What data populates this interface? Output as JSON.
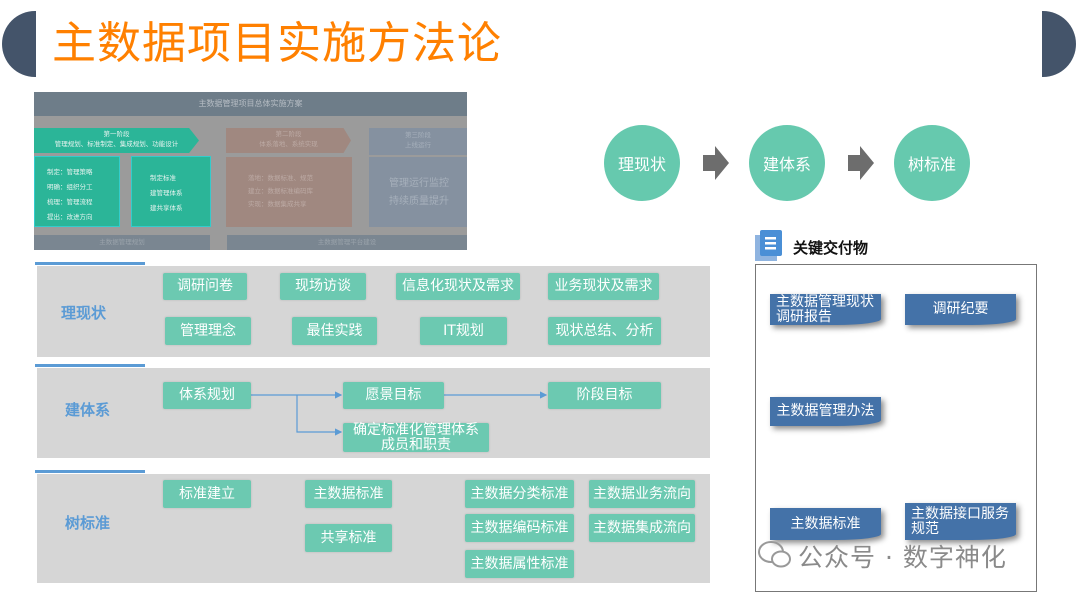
{
  "title": "主数据项目实施方法论",
  "thumbnail": {
    "header": "主数据管理项目总体实施方案",
    "phase1": {
      "title": "第一阶段",
      "subtitle": "管理规划、标准制定、集成规划、功能设计",
      "left": [
        "制定：管理策略",
        "明确：组织分工",
        "梳理：管理流程",
        "提出：改进方向"
      ],
      "right": [
        "制定标准",
        "建管理体系",
        "建共享体系"
      ]
    },
    "phase2": {
      "title": "第二阶段",
      "subtitle": "体系落地、系统实现",
      "items": [
        "落地：数据标准、规范",
        "建立：数据标准编码库",
        "实现：数据集成共享"
      ]
    },
    "phase3": {
      "title": "第三阶段",
      "subtitle": "上线运行",
      "items": [
        "管理运行监控",
        "持续质量提升"
      ]
    },
    "footer_left": "主数据管理规划",
    "footer_right": "主数据管理平台建设"
  },
  "sections": [
    {
      "label": "理现状",
      "items": [
        "调研问卷",
        "现场访谈",
        "信息化现状及需求",
        "业务现状及需求",
        "管理理念",
        "最佳实践",
        "IT规划",
        "现状总结、分析"
      ]
    },
    {
      "label": "建体系",
      "items": [
        "体系规划",
        "愿景目标",
        "阶段目标",
        "确定标准化管理体系成员和职责"
      ]
    },
    {
      "label": "树标准",
      "items": [
        "标准建立",
        "主数据标准",
        "共享标准",
        "主数据分类标准",
        "主数据编码标准",
        "主数据属性标准",
        "主数据业务流向",
        "主数据集成流向"
      ]
    }
  ],
  "flow": [
    "理现状",
    "建体系",
    "树标准"
  ],
  "deliverables": {
    "title": "关键交付物",
    "items": [
      "主数据管理现状调研报告",
      "调研纪要",
      "主数据管理办法",
      "主数据标准",
      "主数据接口服务规范"
    ]
  },
  "watermark": "公众号 · 数字神化",
  "colors": {
    "title": "#ff8000",
    "teal": "#6cc9b1",
    "section_label": "#5b9bd5",
    "ribbon": "#4472a8",
    "cap": "#44546a"
  }
}
